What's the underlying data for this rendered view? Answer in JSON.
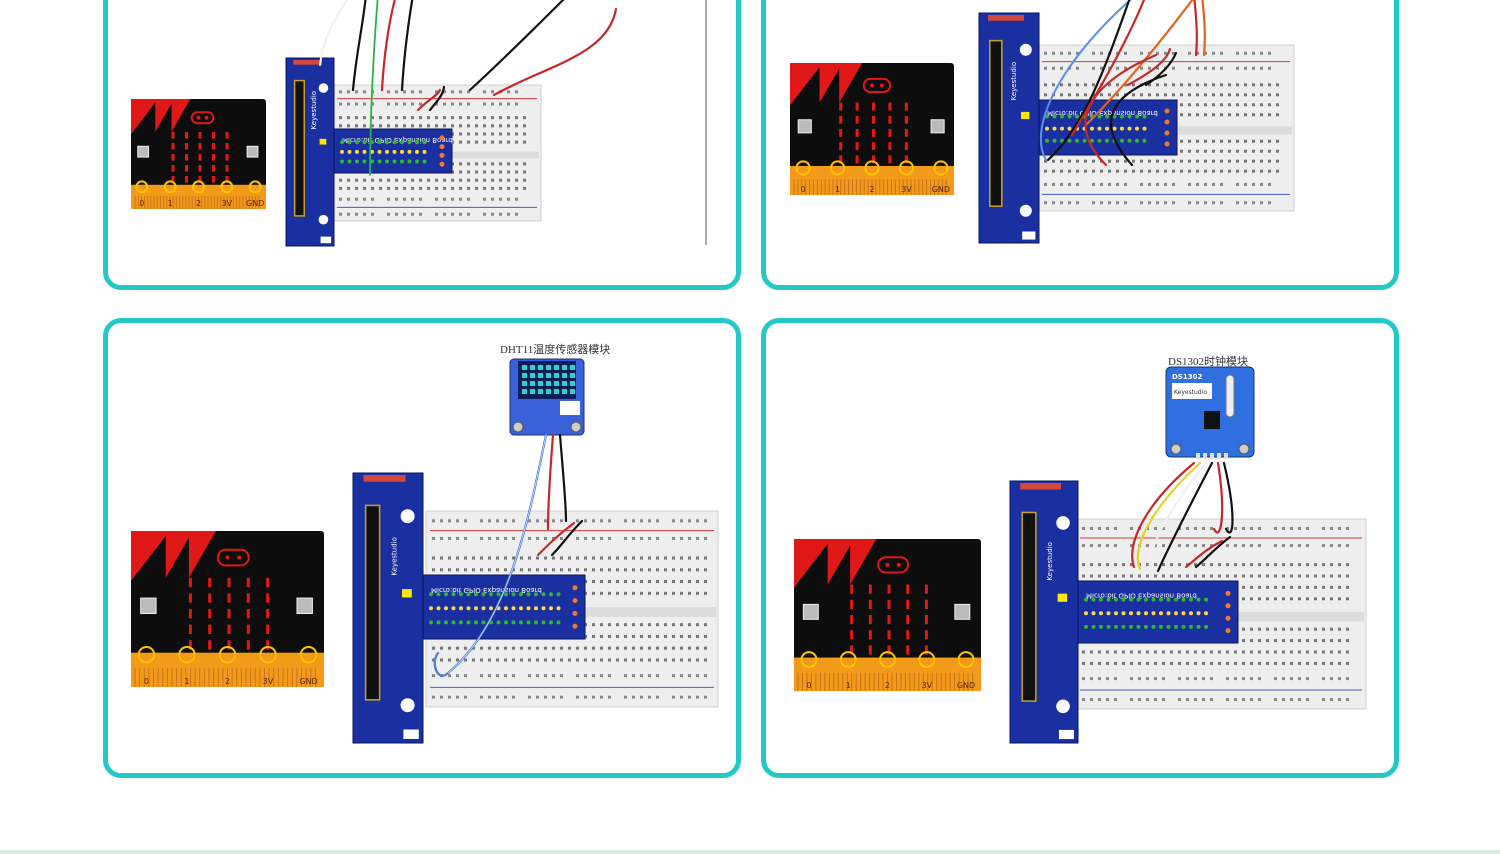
{
  "panels": [
    {
      "id": "p1",
      "module_label": ""
    },
    {
      "id": "p2",
      "module_label": ""
    },
    {
      "id": "p3",
      "module_label": "DHT11温度传感器模块"
    },
    {
      "id": "p4",
      "module_label": "DS1302时钟模块"
    }
  ],
  "expansion_board": {
    "brand": "Keyestudio",
    "name": "Micro:bit GPIO Expansion Board"
  },
  "microbit": {
    "pins": [
      "0",
      "1",
      "2",
      "3V",
      "GND"
    ]
  },
  "ds1302_module": {
    "chip_label": "DS1302",
    "logo": "Keyestudio"
  },
  "colors": {
    "panel_border": "#24c8c6",
    "board_blue": "#1a2fa0",
    "microbit_black": "#0d0d0d",
    "microbit_red": "#e01818",
    "microbit_edge": "#f39a1a",
    "breadboard": "#eeeeee",
    "hole_green": "#2db82d",
    "rail_red": "#d23b3b",
    "rail_blue": "#3c5fcf"
  }
}
